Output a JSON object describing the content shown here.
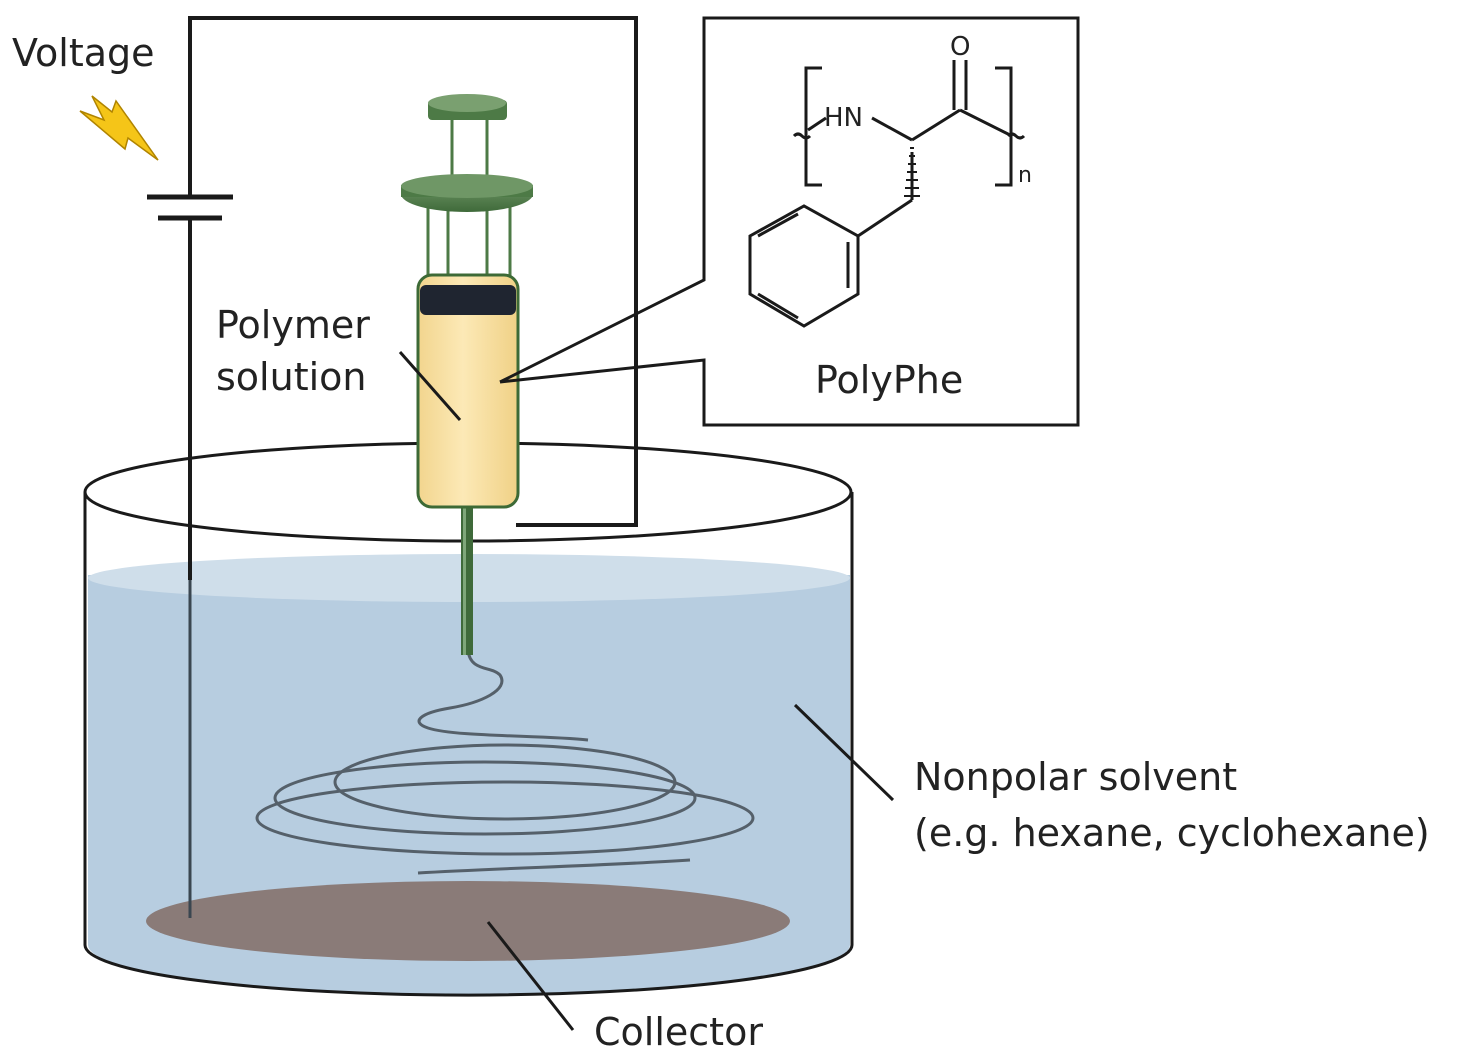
{
  "labels": {
    "voltage": "Voltage",
    "polymer_solution_line1": "Polymer",
    "polymer_solution_line2": "solution",
    "polymer_name": "PolyPhe",
    "solvent_line1": "Nonpolar solvent",
    "solvent_line2": "(e.g. hexane, cyclohexane)",
    "collector": "Collector"
  },
  "structure": {
    "amine": "HN",
    "carbonyl_oxygen": "O",
    "repeat_subscript": "n"
  },
  "icons": [
    "lightning-bolt-icon",
    "battery-symbol-icon",
    "syringe-icon"
  ],
  "colors": {
    "solvent": "#b7cde0",
    "solvent_surface": "#d3e1ec",
    "collector": "#8a7b78",
    "solution": "#fbe3a6",
    "syringe_green": "#4d7a46",
    "plunger_black": "#1f2530",
    "bolt": "#f5c518",
    "line": "#1a1a1a"
  }
}
